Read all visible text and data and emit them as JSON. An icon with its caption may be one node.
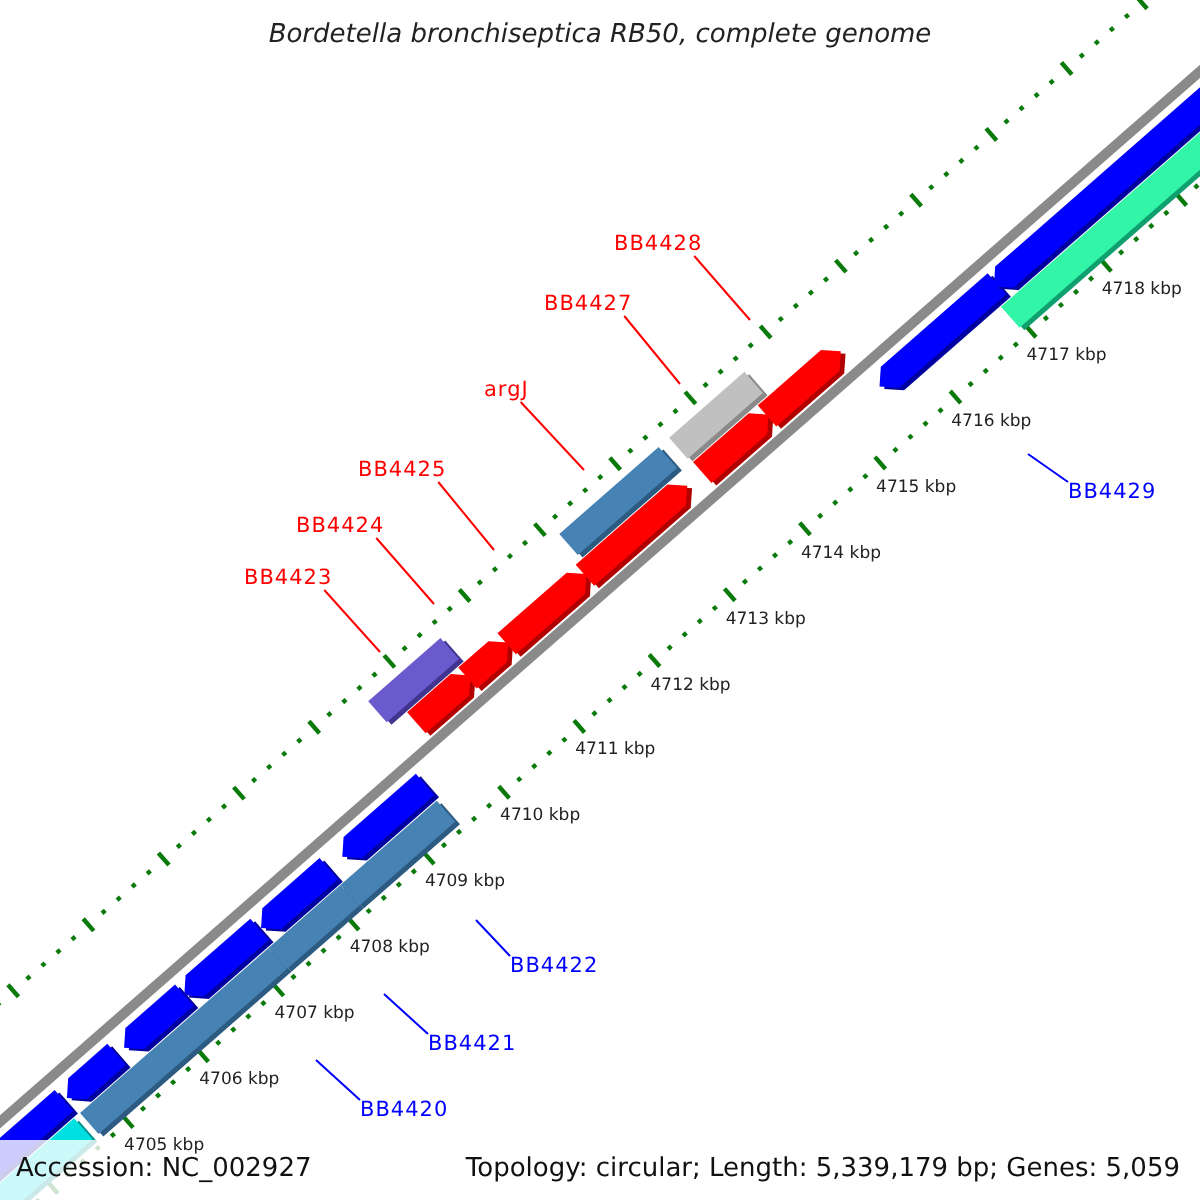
{
  "diagram": {
    "title": "Bordetella bronchiseptica RB50, complete genome",
    "nodes": [
      {
        "text": [
          "BB4428"
        ]
      },
      {
        "text": [
          "BB4427"
        ]
      },
      {
        "text": [
          "argJ"
        ]
      },
      {
        "text": [
          "BB4425"
        ]
      },
      {
        "text": [
          "BB4424"
        ]
      },
      {
        "text": [
          "BB4423"
        ]
      },
      {
        "text": [
          "BB4429"
        ]
      },
      {
        "text": [
          "BB4422"
        ]
      },
      {
        "text": [
          "BB4421"
        ]
      },
      {
        "text": [
          "BB4420"
        ]
      }
    ],
    "edges": [
      {
        "from": 0,
        "to": null,
        "arrow": "none"
      },
      {
        "from": 1,
        "to": null,
        "arrow": "none"
      },
      {
        "from": 2,
        "to": null,
        "arrow": "none"
      },
      {
        "from": 3,
        "to": null,
        "arrow": "none"
      },
      {
        "from": 4,
        "to": null,
        "arrow": "none"
      },
      {
        "from": 5,
        "to": null,
        "arrow": "none"
      },
      {
        "from": 6,
        "to": null,
        "arrow": "none",
        "color": "#0000ff"
      },
      {
        "from": 7,
        "to": null,
        "arrow": "none",
        "color": "#0000ff"
      },
      {
        "from": 8,
        "to": null,
        "arrow": "none",
        "color": "#0000ff"
      },
      {
        "from": 9,
        "to": null,
        "arrow": "none",
        "color": "#0000ff"
      }
    ],
    "labels": [
      "4705 kbp",
      "4706 kbp",
      "4707 kbp",
      "4708 kbp",
      "4709 kbp",
      "4710 kbp",
      "4711 kbp",
      "4712 kbp",
      "4713 kbp",
      "4714 kbp",
      "4715 kbp",
      "4716 kbp",
      "4717 kbp",
      "4718 kbp",
      "Accession: NC_002927",
      "Topology: circular; Length: 5,339,179 bp; Genes: 5,059"
    ]
  }
}
